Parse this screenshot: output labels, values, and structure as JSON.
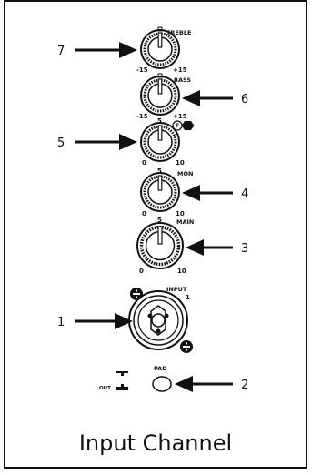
{
  "title": "Input Channel",
  "callouts": [
    "1",
    "2",
    "3",
    "4",
    "5",
    "6",
    "7"
  ],
  "knobs": {
    "treble": {
      "label": "TREBLE",
      "min": "-15",
      "max": "+15",
      "center": "0"
    },
    "bass": {
      "label": "BASS",
      "min": "-15",
      "max": "+15",
      "center": "0"
    },
    "hpf": {
      "min": "0",
      "max": "10",
      "center": "5",
      "badge": "F"
    },
    "mon": {
      "label": "MON",
      "min": "0",
      "max": "10",
      "center": "5"
    },
    "main": {
      "label": "MAIN",
      "min": "0",
      "max": "10",
      "center": "5"
    }
  },
  "input": {
    "label": "INPUT",
    "number": "1"
  },
  "pad": {
    "label": "PAD",
    "out_label": "OUT"
  },
  "colors": {
    "ink": "#111111",
    "background": "#ffffff"
  }
}
